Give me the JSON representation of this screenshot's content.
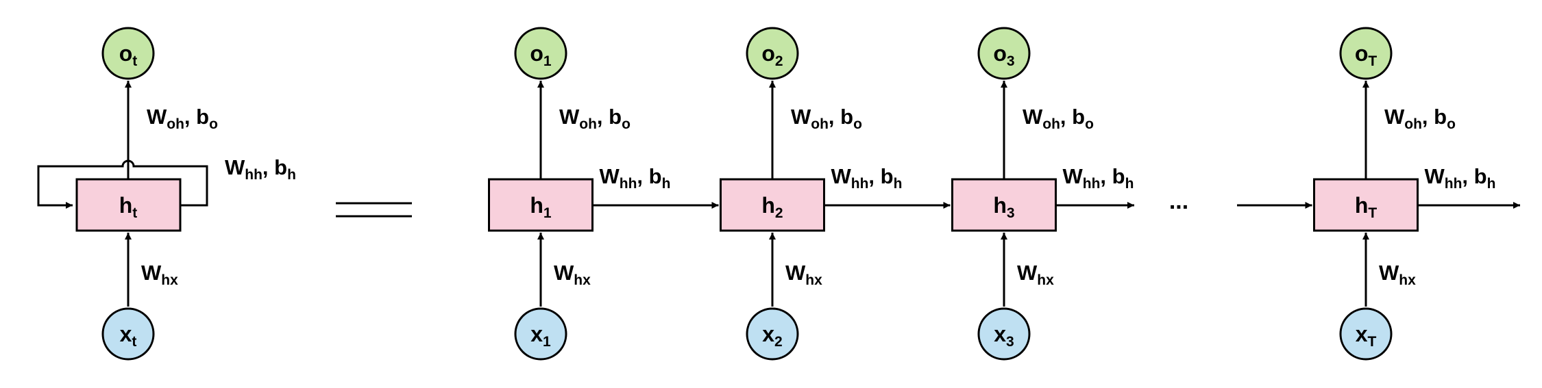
{
  "colors": {
    "output_fill": "#c5e6a6",
    "hidden_fill": "#f8d0dc",
    "input_fill": "#bfe0f2",
    "stroke": "#000000"
  },
  "rolled": {
    "output": {
      "base": "o",
      "sub": "t"
    },
    "hidden": {
      "base": "h",
      "sub": "t"
    },
    "input": {
      "base": "x",
      "sub": "t"
    },
    "w_out": {
      "w_sub": "oh",
      "b_sub": "o"
    },
    "w_rec": {
      "w_sub": "hh",
      "b_sub": "h"
    },
    "w_in": {
      "w_sub": "hx"
    }
  },
  "equals_sign": "=",
  "ellipsis": "...",
  "steps": [
    {
      "output": {
        "base": "o",
        "sub": "1"
      },
      "hidden": {
        "base": "h",
        "sub": "1"
      },
      "input": {
        "base": "x",
        "sub": "1"
      },
      "w_out": {
        "w_sub": "oh",
        "b_sub": "o"
      },
      "w_rec": {
        "w_sub": "hh",
        "b_sub": "h"
      },
      "w_in": {
        "w_sub": "hx"
      }
    },
    {
      "output": {
        "base": "o",
        "sub": "2"
      },
      "hidden": {
        "base": "h",
        "sub": "2"
      },
      "input": {
        "base": "x",
        "sub": "2"
      },
      "w_out": {
        "w_sub": "oh",
        "b_sub": "o"
      },
      "w_rec": {
        "w_sub": "hh",
        "b_sub": "h"
      },
      "w_in": {
        "w_sub": "hx"
      }
    },
    {
      "output": {
        "base": "o",
        "sub": "3"
      },
      "hidden": {
        "base": "h",
        "sub": "3"
      },
      "input": {
        "base": "x",
        "sub": "3"
      },
      "w_out": {
        "w_sub": "oh",
        "b_sub": "o"
      },
      "w_rec": {
        "w_sub": "hh",
        "b_sub": "h"
      },
      "w_in": {
        "w_sub": "hx"
      }
    },
    {
      "output": {
        "base": "o",
        "sub": "T"
      },
      "hidden": {
        "base": "h",
        "sub": "T"
      },
      "input": {
        "base": "x",
        "sub": "T"
      },
      "w_out": {
        "w_sub": "oh",
        "b_sub": "o"
      },
      "w_rec": {
        "w_sub": "hh",
        "b_sub": "h"
      },
      "w_in": {
        "w_sub": "hx"
      }
    }
  ],
  "symbols": {
    "weight": "W",
    "bias": "b",
    "separator": ", "
  }
}
